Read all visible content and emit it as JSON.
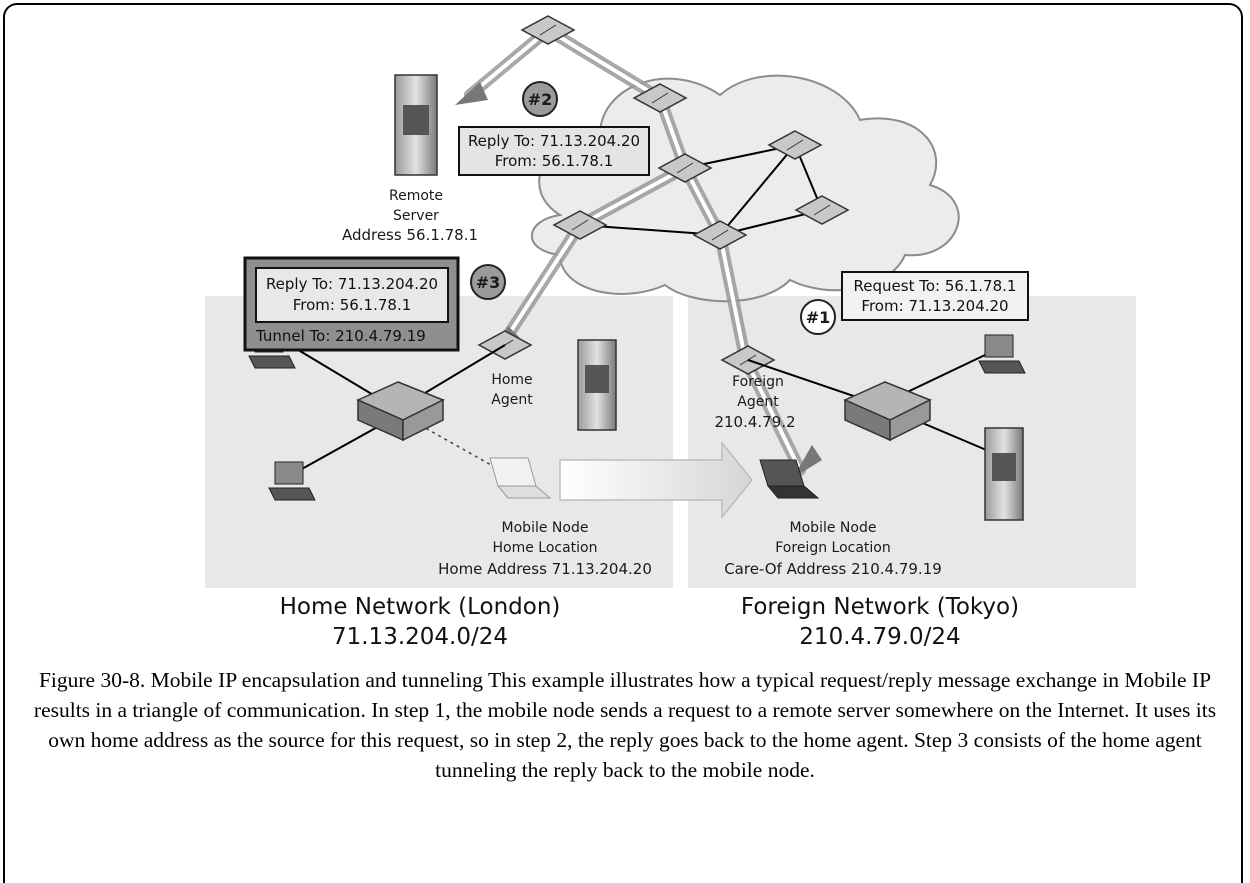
{
  "steps": {
    "step1": "#1",
    "step2": "#2",
    "step3": "#3"
  },
  "boxes": {
    "reply_cloud": {
      "line1": "Reply To: 71.13.204.20",
      "line2": "From: 56.1.78.1"
    },
    "reply_tunnel": {
      "line1": "Reply To: 71.13.204.20",
      "line2": "From: 56.1.78.1",
      "tunnel": "Tunnel To: 210.4.79.19"
    },
    "request": {
      "line1": "Request To: 56.1.78.1",
      "line2": "From: 71.13.204.20"
    }
  },
  "labels": {
    "remote_server": [
      "Remote",
      "Server",
      "Address 56.1.78.1"
    ],
    "home_agent": [
      "Home",
      "Agent"
    ],
    "foreign_agent": [
      "Foreign",
      "Agent",
      "210.4.79.2"
    ],
    "mobile_home": [
      "Mobile Node",
      "Home Location",
      "Home Address 71.13.204.20"
    ],
    "mobile_foreign": [
      "Mobile Node",
      "Foreign Location",
      "Care-Of Address 210.4.79.19"
    ]
  },
  "networks": {
    "home_name": "Home Network (London)",
    "home_subnet": "71.13.204.0/24",
    "foreign_name": "Foreign Network (Tokyo)",
    "foreign_subnet": "210.4.79.0/24"
  },
  "caption": "Figure 30-8. Mobile IP encapsulation and tunneling This example illustrates how a typical request/reply message exchange in Mobile IP results in a triangle of communication. In step 1, the mobile node sends a request to a remote server somewhere on the Internet. It uses its own home address as the source for this request, so in step 2, the reply goes back to the home agent. Step 3 consists of the home agent tunneling the reply back to the mobile node."
}
